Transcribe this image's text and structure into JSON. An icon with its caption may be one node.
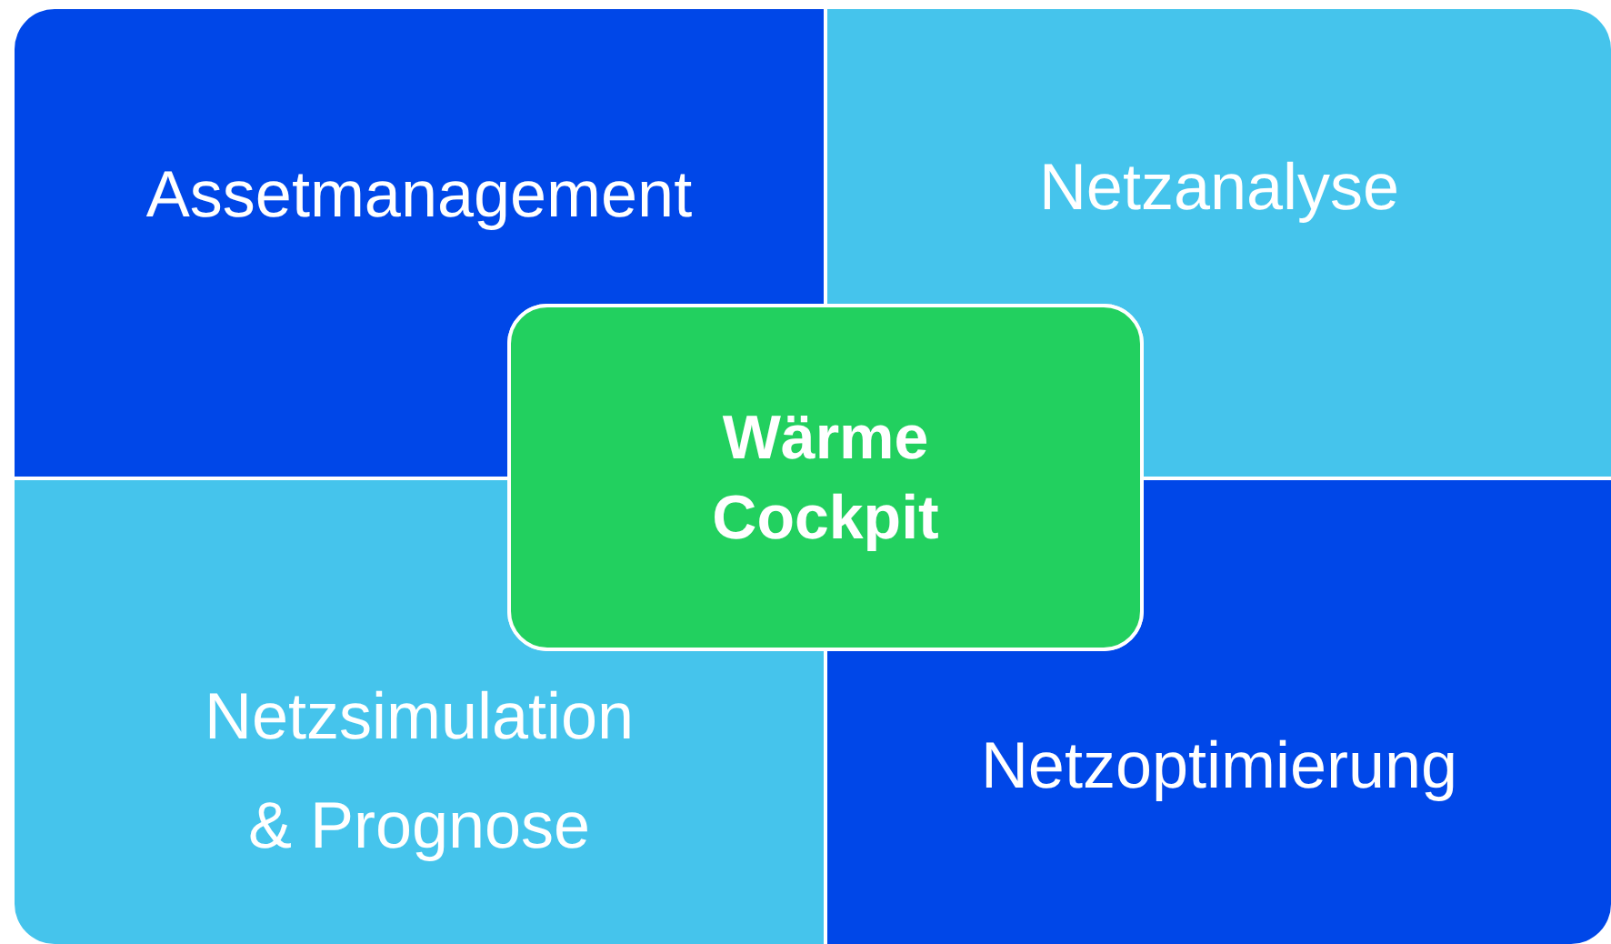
{
  "diagram": {
    "nodes": [
      {
        "text": [
          "Assetmanagement"
        ]
      },
      {
        "text": [
          "Netzanalyse"
        ]
      },
      {
        "text": [
          "Netzsimulation & Prognose"
        ]
      },
      {
        "text": [
          "Netzoptimierung"
        ]
      },
      {
        "text": [
          "Wärme Cockpit"
        ]
      }
    ]
  }
}
